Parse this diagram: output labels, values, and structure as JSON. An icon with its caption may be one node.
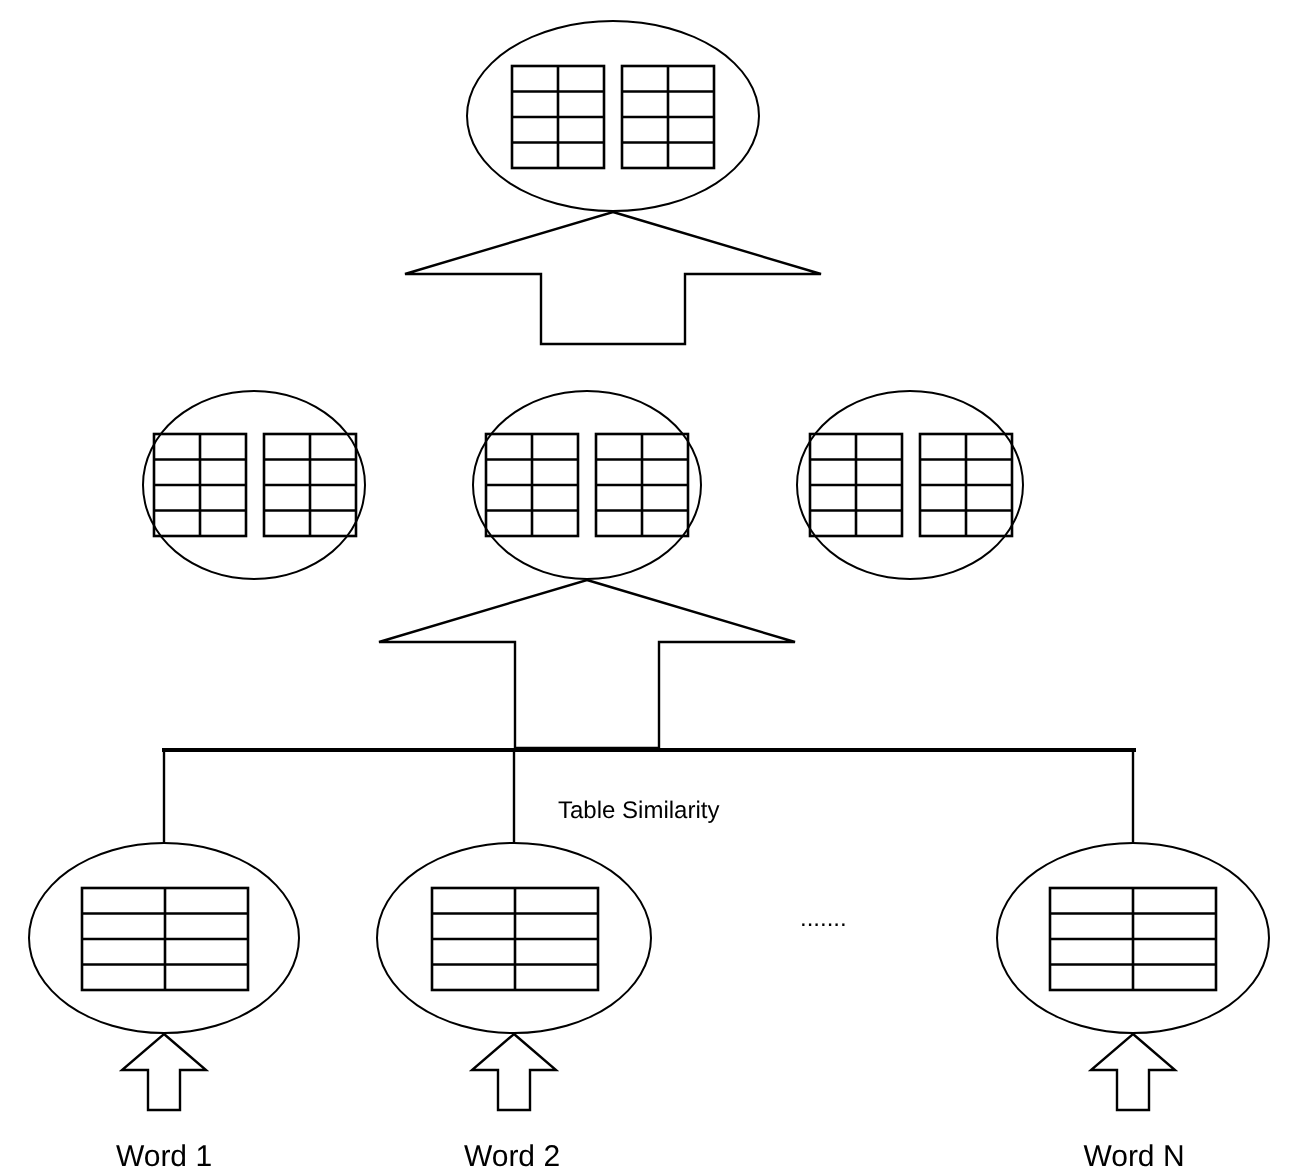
{
  "diagram": {
    "nodes": [
      {
        "text": [],
        "shape": "ellipse"
      },
      {
        "text": [],
        "shape": "ellipse"
      },
      {
        "text": [],
        "shape": "ellipse"
      },
      {
        "text": [],
        "shape": "ellipse"
      },
      {
        "text": [],
        "shape": "ellipse"
      },
      {
        "text": [],
        "shape": "ellipse"
      },
      {
        "text": [],
        "shape": "ellipse"
      },
      {
        "text": [
          "Word 1"
        ]
      },
      {
        "text": [
          "Word 2"
        ]
      },
      {
        "text": [
          "Word N"
        ]
      },
      {
        "text": [],
        "shape": "bar"
      }
    ],
    "edges": [
      {
        "from": 2,
        "to": 0,
        "arrow": "to"
      },
      {
        "from": 10,
        "to": 2,
        "arrow": "to"
      },
      {
        "from": 4,
        "to": 10,
        "arrow": "none"
      },
      {
        "from": 5,
        "to": 10,
        "arrow": "none"
      },
      {
        "from": 6,
        "to": 10,
        "arrow": "none"
      },
      {
        "from": 7,
        "to": 4,
        "arrow": "to"
      },
      {
        "from": 8,
        "to": 5,
        "arrow": "to"
      },
      {
        "from": 9,
        "to": 6,
        "arrow": "to"
      }
    ],
    "labels": [
      "Table Similarity",
      "......."
    ]
  }
}
